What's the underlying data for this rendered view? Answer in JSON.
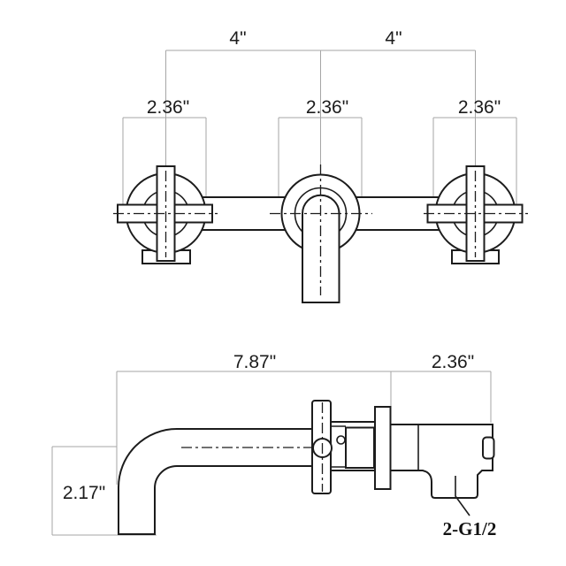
{
  "page": {
    "background": "#ffffff"
  },
  "drawing": {
    "type": "technical-dimension-diagram",
    "subject": "wall-mount faucet with two cross handles and spout",
    "colors": {
      "outline": "#1c1c1c",
      "dimension_lines": "#a6a6a6",
      "label_text": "#1c1c1c"
    },
    "front_view": {
      "labels": {
        "spacing_left": "4\"",
        "spacing_right": "4\"",
        "escutcheon_left": "2.36\"",
        "escutcheon_center": "2.36\"",
        "escutcheon_right": "2.36\""
      }
    },
    "side_view": {
      "labels": {
        "spout_reach": "7.87\"",
        "wall_plate_depth": "2.36\"",
        "spout_drop": "2.17\"",
        "thread_spec": "2-G1/2"
      }
    }
  }
}
